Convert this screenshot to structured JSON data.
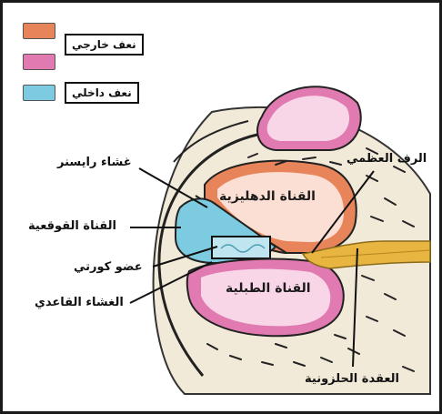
{
  "legend": [
    {
      "label": "نعف خارجي",
      "color": "#e8845a"
    },
    {
      "label": "",
      "color": "#e07ab0"
    },
    {
      "label": "نعف داخلي",
      "color": "#7ccbe0"
    }
  ],
  "labels": {
    "reissner_membrane": "غشاء رايسنر",
    "middle_canal": "القناة القوقعية",
    "organ_of_corti": "عضو كورتي",
    "basilar_membrane": "الغشاء القاعدي",
    "spiral_lamina": "الرف العظمي",
    "spiral_ganglion": "العقدة الحلزونية",
    "vestibular_canal": "القناة الدهليزية",
    "tympanic_canal": "القناة الطبلية"
  },
  "colors": {
    "perilymph": "#e8845a",
    "tympanic": "#e07ab0",
    "endolymph": "#7ccbe0",
    "bone": "#f2ead8",
    "ganglion": "#e8b640",
    "outline": "#222222"
  }
}
